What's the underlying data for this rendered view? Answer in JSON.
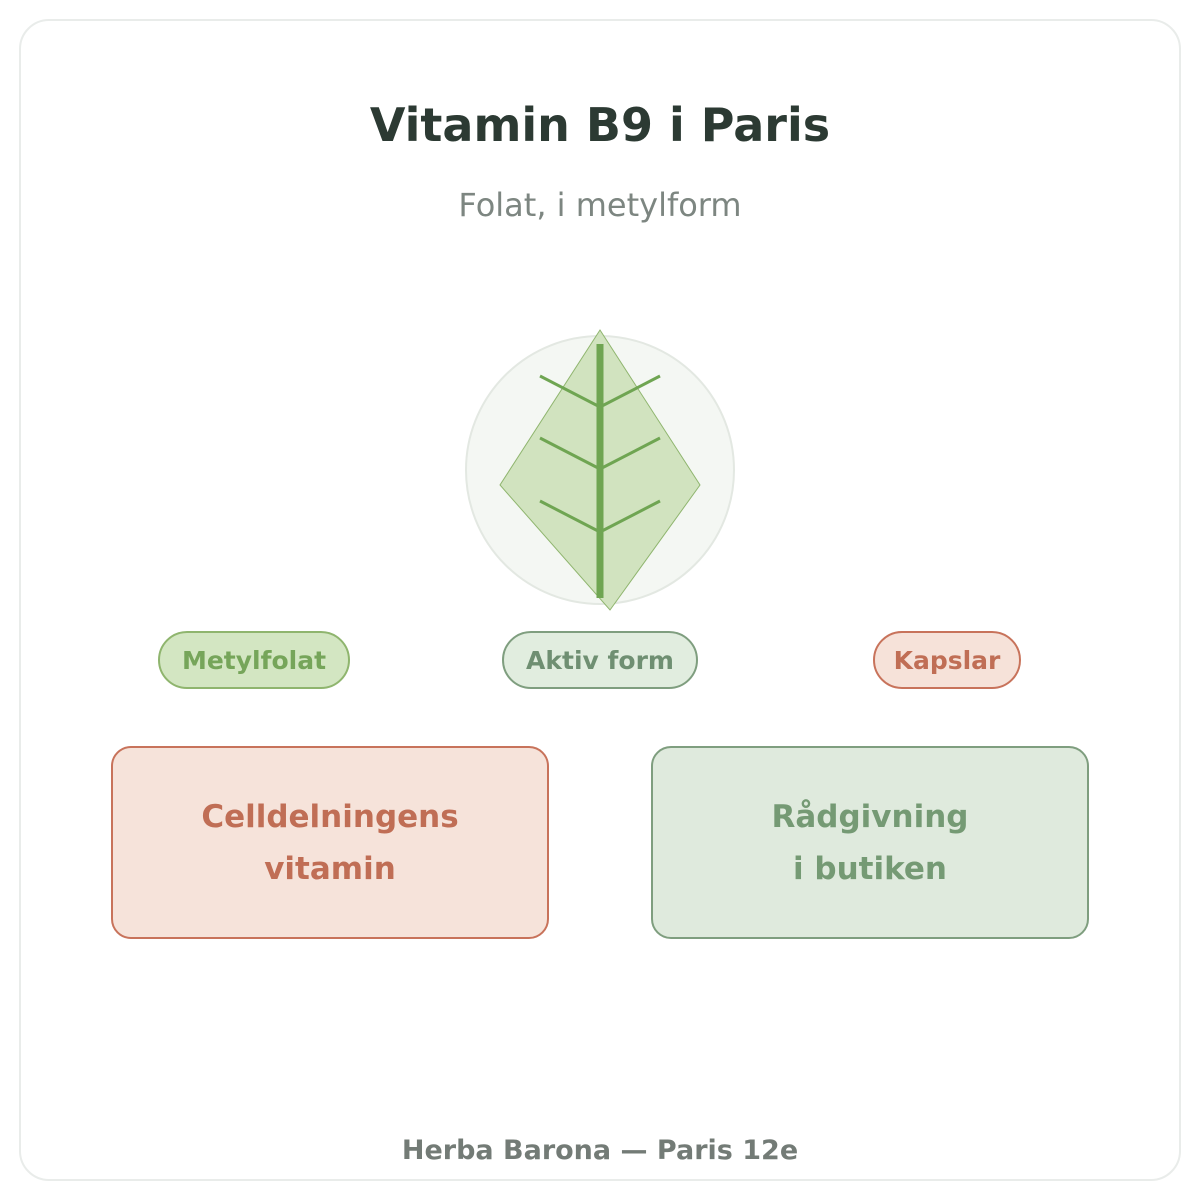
{
  "header": {
    "title": "Vitamin B9 i Paris",
    "subtitle": "Folat, i metylform"
  },
  "illustration": {
    "icon": "leaf-icon",
    "colors": {
      "circle_fill": "#f4f7f3",
      "circle_stroke": "#e3e8e2",
      "leaf_fill": "#d1e3bf",
      "leaf_stroke": "#8fb56e",
      "vein": "#6fa552"
    }
  },
  "tags": [
    {
      "label": "Metylfolat",
      "color": "#76a55a"
    },
    {
      "label": "Aktiv form",
      "color": "#6f8f72"
    },
    {
      "label": "Kapslar",
      "color": "#c06e55"
    }
  ],
  "cards": [
    {
      "line1": "Celldelningens",
      "line2": "vitamin",
      "color": "#c06e55"
    },
    {
      "line1": "Rådgivning",
      "line2": "i butiken",
      "color": "#759a74"
    }
  ],
  "footer": {
    "text": "Herba Barona — Paris 12e"
  }
}
